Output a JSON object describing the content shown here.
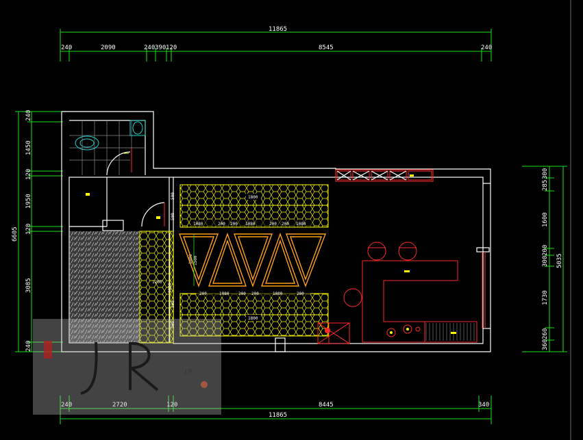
{
  "colors": {
    "background": "#000000",
    "dimension": "#19e619",
    "wall": "#ffffff",
    "furniture": "#ff2a2a",
    "hatch": "#ffff00",
    "triangle": "#ff9f1a",
    "fixture": "#22d3d3"
  },
  "dimensions": {
    "top_total": "11865",
    "top_segments": [
      "240",
      "2090",
      "240",
      "390",
      "120",
      "8545",
      "240"
    ],
    "bottom_total": "11865",
    "bottom_segments": [
      "240",
      "2720",
      "120",
      "8445",
      "340"
    ],
    "left_segments": [
      "240",
      "1450",
      "120",
      "1950",
      "120",
      "3085",
      "240"
    ],
    "left_total": "6605",
    "right_segments": [
      "300",
      "285",
      "1600",
      "200",
      "300",
      "1730",
      "360",
      "260"
    ],
    "right_total": "5035"
  },
  "plan_labels": {
    "upper_hatch_dim": "1800",
    "lower_hatch_dim": "1800",
    "upper_row_dims": [
      "1080",
      "200",
      "200",
      "1080",
      "200",
      "200",
      "1080"
    ],
    "lower_row_dims": [
      "200",
      "1080",
      "200",
      "200",
      "1080",
      "200"
    ],
    "side_500_a": "500",
    "side_500_b": "500",
    "side_500_c": "500",
    "side_500_d": "500",
    "mid_1500": "1500",
    "mid_1800": "1800",
    "left_hatch_dim": "1200",
    "left_small_dim": "1050"
  },
  "watermark": {
    "letters": "J R"
  }
}
